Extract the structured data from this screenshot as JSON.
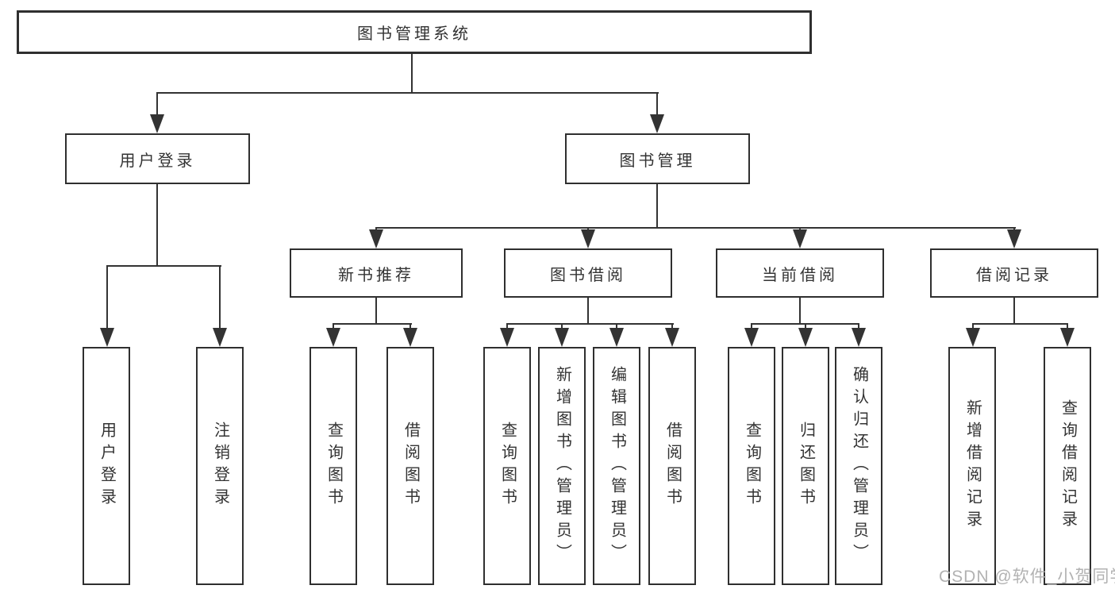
{
  "colors": {
    "line": "#333333",
    "border": "#2f2f2f",
    "text": "#333333",
    "watermark": "#b2b2b2",
    "bg": "#ffffff"
  },
  "diagram": {
    "root": {
      "label": "图书管理系统"
    },
    "level2": [
      {
        "label": "用户登录"
      },
      {
        "label": "图书管理"
      }
    ],
    "level3": [
      {
        "label": "新书推荐",
        "parent": "图书管理"
      },
      {
        "label": "图书借阅",
        "parent": "图书管理"
      },
      {
        "label": "当前借阅",
        "parent": "图书管理"
      },
      {
        "label": "借阅记录",
        "parent": "图书管理"
      }
    ],
    "leaves": [
      {
        "label": "用户登录",
        "parent": "用户登录"
      },
      {
        "label": "注销登录",
        "parent": "用户登录"
      },
      {
        "label": "查询图书",
        "parent": "新书推荐"
      },
      {
        "label": "借阅图书",
        "parent": "新书推荐"
      },
      {
        "label": "查询图书",
        "parent": "图书借阅"
      },
      {
        "label": "新增图书（管理员）",
        "parent": "图书借阅"
      },
      {
        "label": "编辑图书（管理员）",
        "parent": "图书借阅"
      },
      {
        "label": "借阅图书",
        "parent": "图书借阅"
      },
      {
        "label": "查询图书",
        "parent": "当前借阅"
      },
      {
        "label": "归还图书",
        "parent": "当前借阅"
      },
      {
        "label": "确认归还（管理员）",
        "parent": "当前借阅"
      },
      {
        "label": "新增借阅记录",
        "parent": "借阅记录"
      },
      {
        "label": "查询借阅记录",
        "parent": "借阅记录"
      }
    ]
  },
  "watermark": {
    "text": "CSDN @软件_小贺同学"
  }
}
